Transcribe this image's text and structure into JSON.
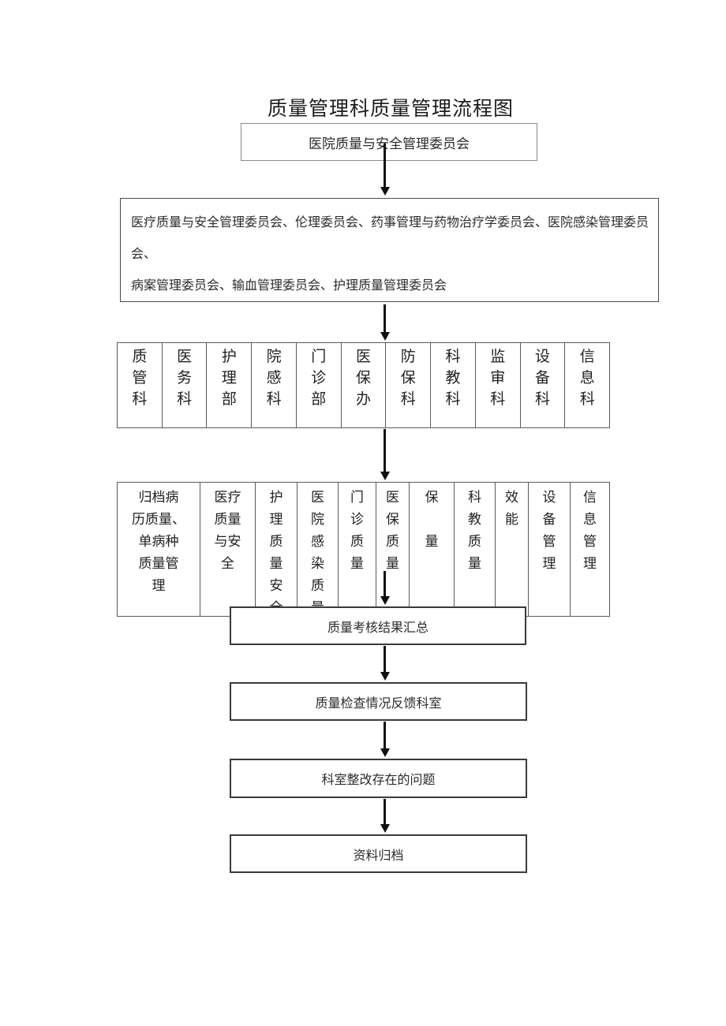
{
  "page": {
    "title": "质量管理科质量管理流程图"
  },
  "flow": {
    "top_box": "医院质量与安全管理委员会",
    "committees_line1": "医疗质量与安全管理委员会、伦理委员会、药事管理与药物治疗学委员会、医院感染管理委员会、",
    "committees_line2": "病案管理委员会、输血管理委员会、护理质量管理委员会",
    "departments": [
      "质\n管\n科",
      "医\n务\n科",
      "护\n理\n部",
      "院\n感\n科",
      "门\n诊\n部",
      "医\n保\n办",
      "防\n保\n科",
      "科\n教\n科",
      "监\n审\n科",
      "设\n备\n科",
      "信\n息\n科"
    ],
    "quality_items": [
      "归档病\n历质量、\n单病种\n质量管\n理",
      "医疗\n质量\n与安\n全",
      "护\n理\n质\n量\n安\n全",
      "医\n院\n感\n染\n质\n量",
      "门\n诊\n质\n量",
      "医\n保\n质\n量",
      "保\n\n量",
      "科\n教\n质\n量",
      "效\n能",
      "设\n备\n管\n理",
      "信\n息\n管\n理"
    ],
    "steps": [
      "质量考核结果汇总",
      "质量检查情况反馈科室",
      "科室整改存在的问题",
      "资料归档"
    ]
  }
}
